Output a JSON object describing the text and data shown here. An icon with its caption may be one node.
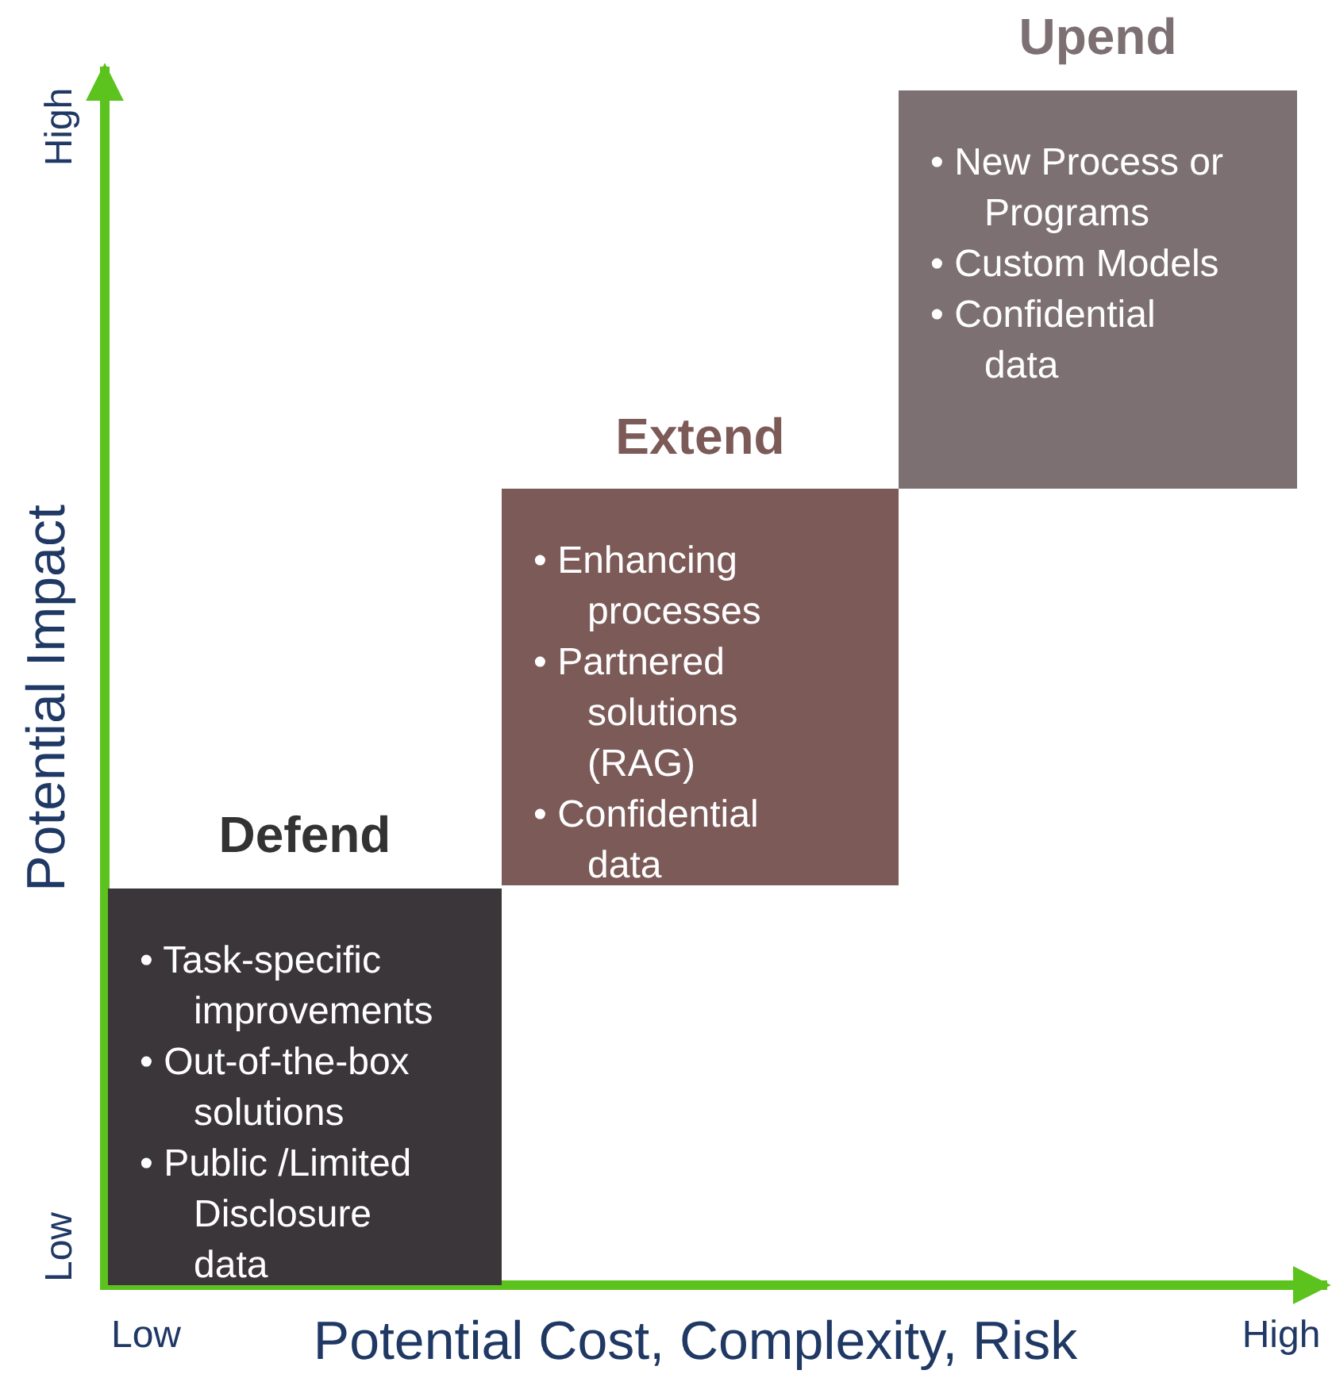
{
  "diagram": {
    "nodes": [
      {
        "text": [
          "Defend",
          "• Task-specific improvements",
          "• Out-of-the-box solutions",
          "• Public /Limited Disclosure data"
        ]
      },
      {
        "text": [
          "Extend",
          "• Enhancing processes",
          "• Partnered solutions (RAG)",
          "• Confidential data"
        ]
      },
      {
        "text": [
          "Upend",
          "• New Process or Programs",
          "• Custom Models",
          "• Confidential data"
        ]
      }
    ],
    "labels": [
      "High",
      "Potential Impact",
      "Low",
      "Low",
      "Potential Cost, Complexity, Risk",
      "High"
    ]
  }
}
